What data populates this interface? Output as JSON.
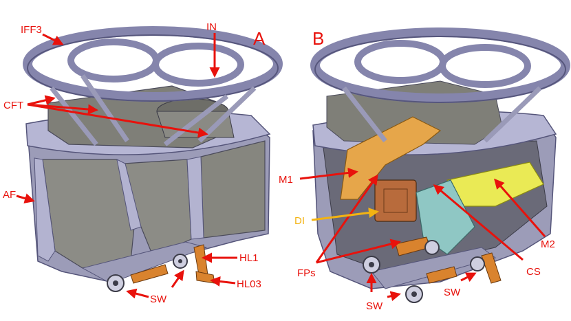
{
  "panels": {
    "left": {
      "letter": "A"
    },
    "right": {
      "letter": "B"
    }
  },
  "labels": {
    "iff3": "IFF3",
    "in": "IN",
    "cft": "CFT",
    "af": "AF",
    "hl1": "HL1",
    "hl03": "HL03",
    "sw": "SW",
    "m1": "M1",
    "di": "DI",
    "fps": "FPs",
    "m2": "M2",
    "cs": "CS"
  },
  "colors": {
    "annotation": "#e8120c",
    "di_annotation": "#f3b312",
    "frame": "#a9a9c9",
    "frame_dark": "#6d6d8c",
    "panel": "#8c8c86",
    "mirror_m1": "#e6a64a",
    "mirror_m2": "#eaea55",
    "cold_stop": "#8fc7c4",
    "detector": "#b86b3c",
    "hinge": "#d9832e"
  }
}
